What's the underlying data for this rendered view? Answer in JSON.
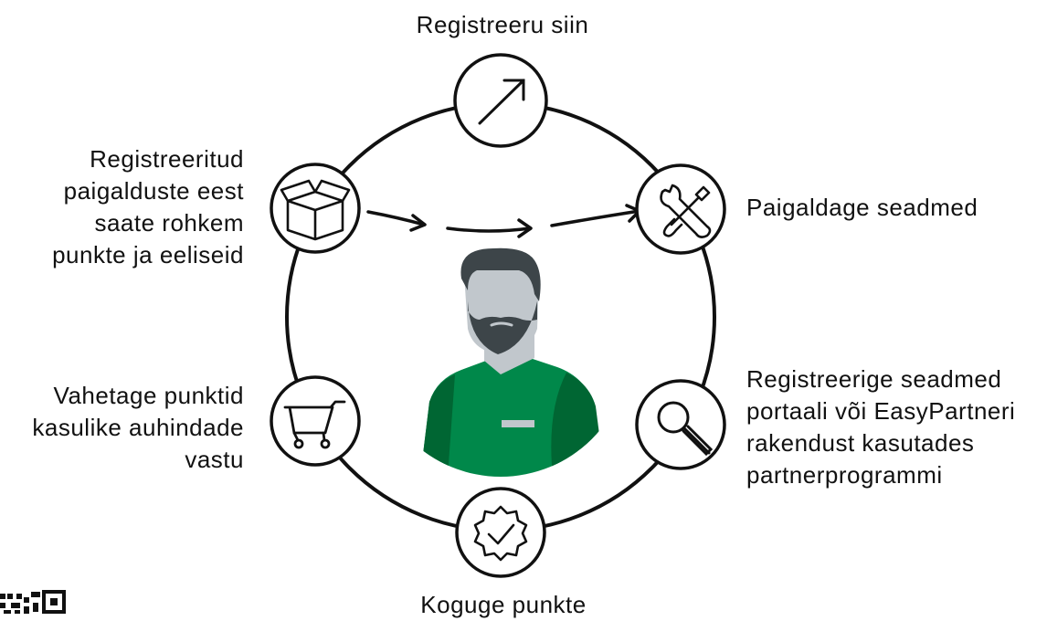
{
  "steps": {
    "register": {
      "lines": [
        "Registreeru siin"
      ],
      "icon": "arrow-up-right-icon"
    },
    "install": {
      "lines": [
        "Paigaldage seadmed"
      ],
      "icon": "tools-icon"
    },
    "register_devices": {
      "lines": [
        "Registreerige seadmed",
        "portaali või EasyPartneri",
        "rakendust kasutades",
        "partnerprogrammi"
      ],
      "icon": "magnifier-icon"
    },
    "collect": {
      "lines": [
        "Koguge punkte"
      ],
      "icon": "badge-check-icon"
    },
    "exchange": {
      "lines": [
        "Vahetage punktid",
        "kasulike auhindade",
        "vastu"
      ],
      "icon": "shopping-cart-icon"
    },
    "more_points": {
      "lines": [
        "Registreeritud",
        "paigalduste eest",
        "saate rohkem",
        "punkte ja eeliseid"
      ],
      "icon": "box-icon"
    }
  },
  "colors": {
    "line": "#111111",
    "shirt": "#00884a",
    "shirt_dark": "#006633",
    "skin": "#c1c7cc",
    "hair": "#3d4549"
  }
}
